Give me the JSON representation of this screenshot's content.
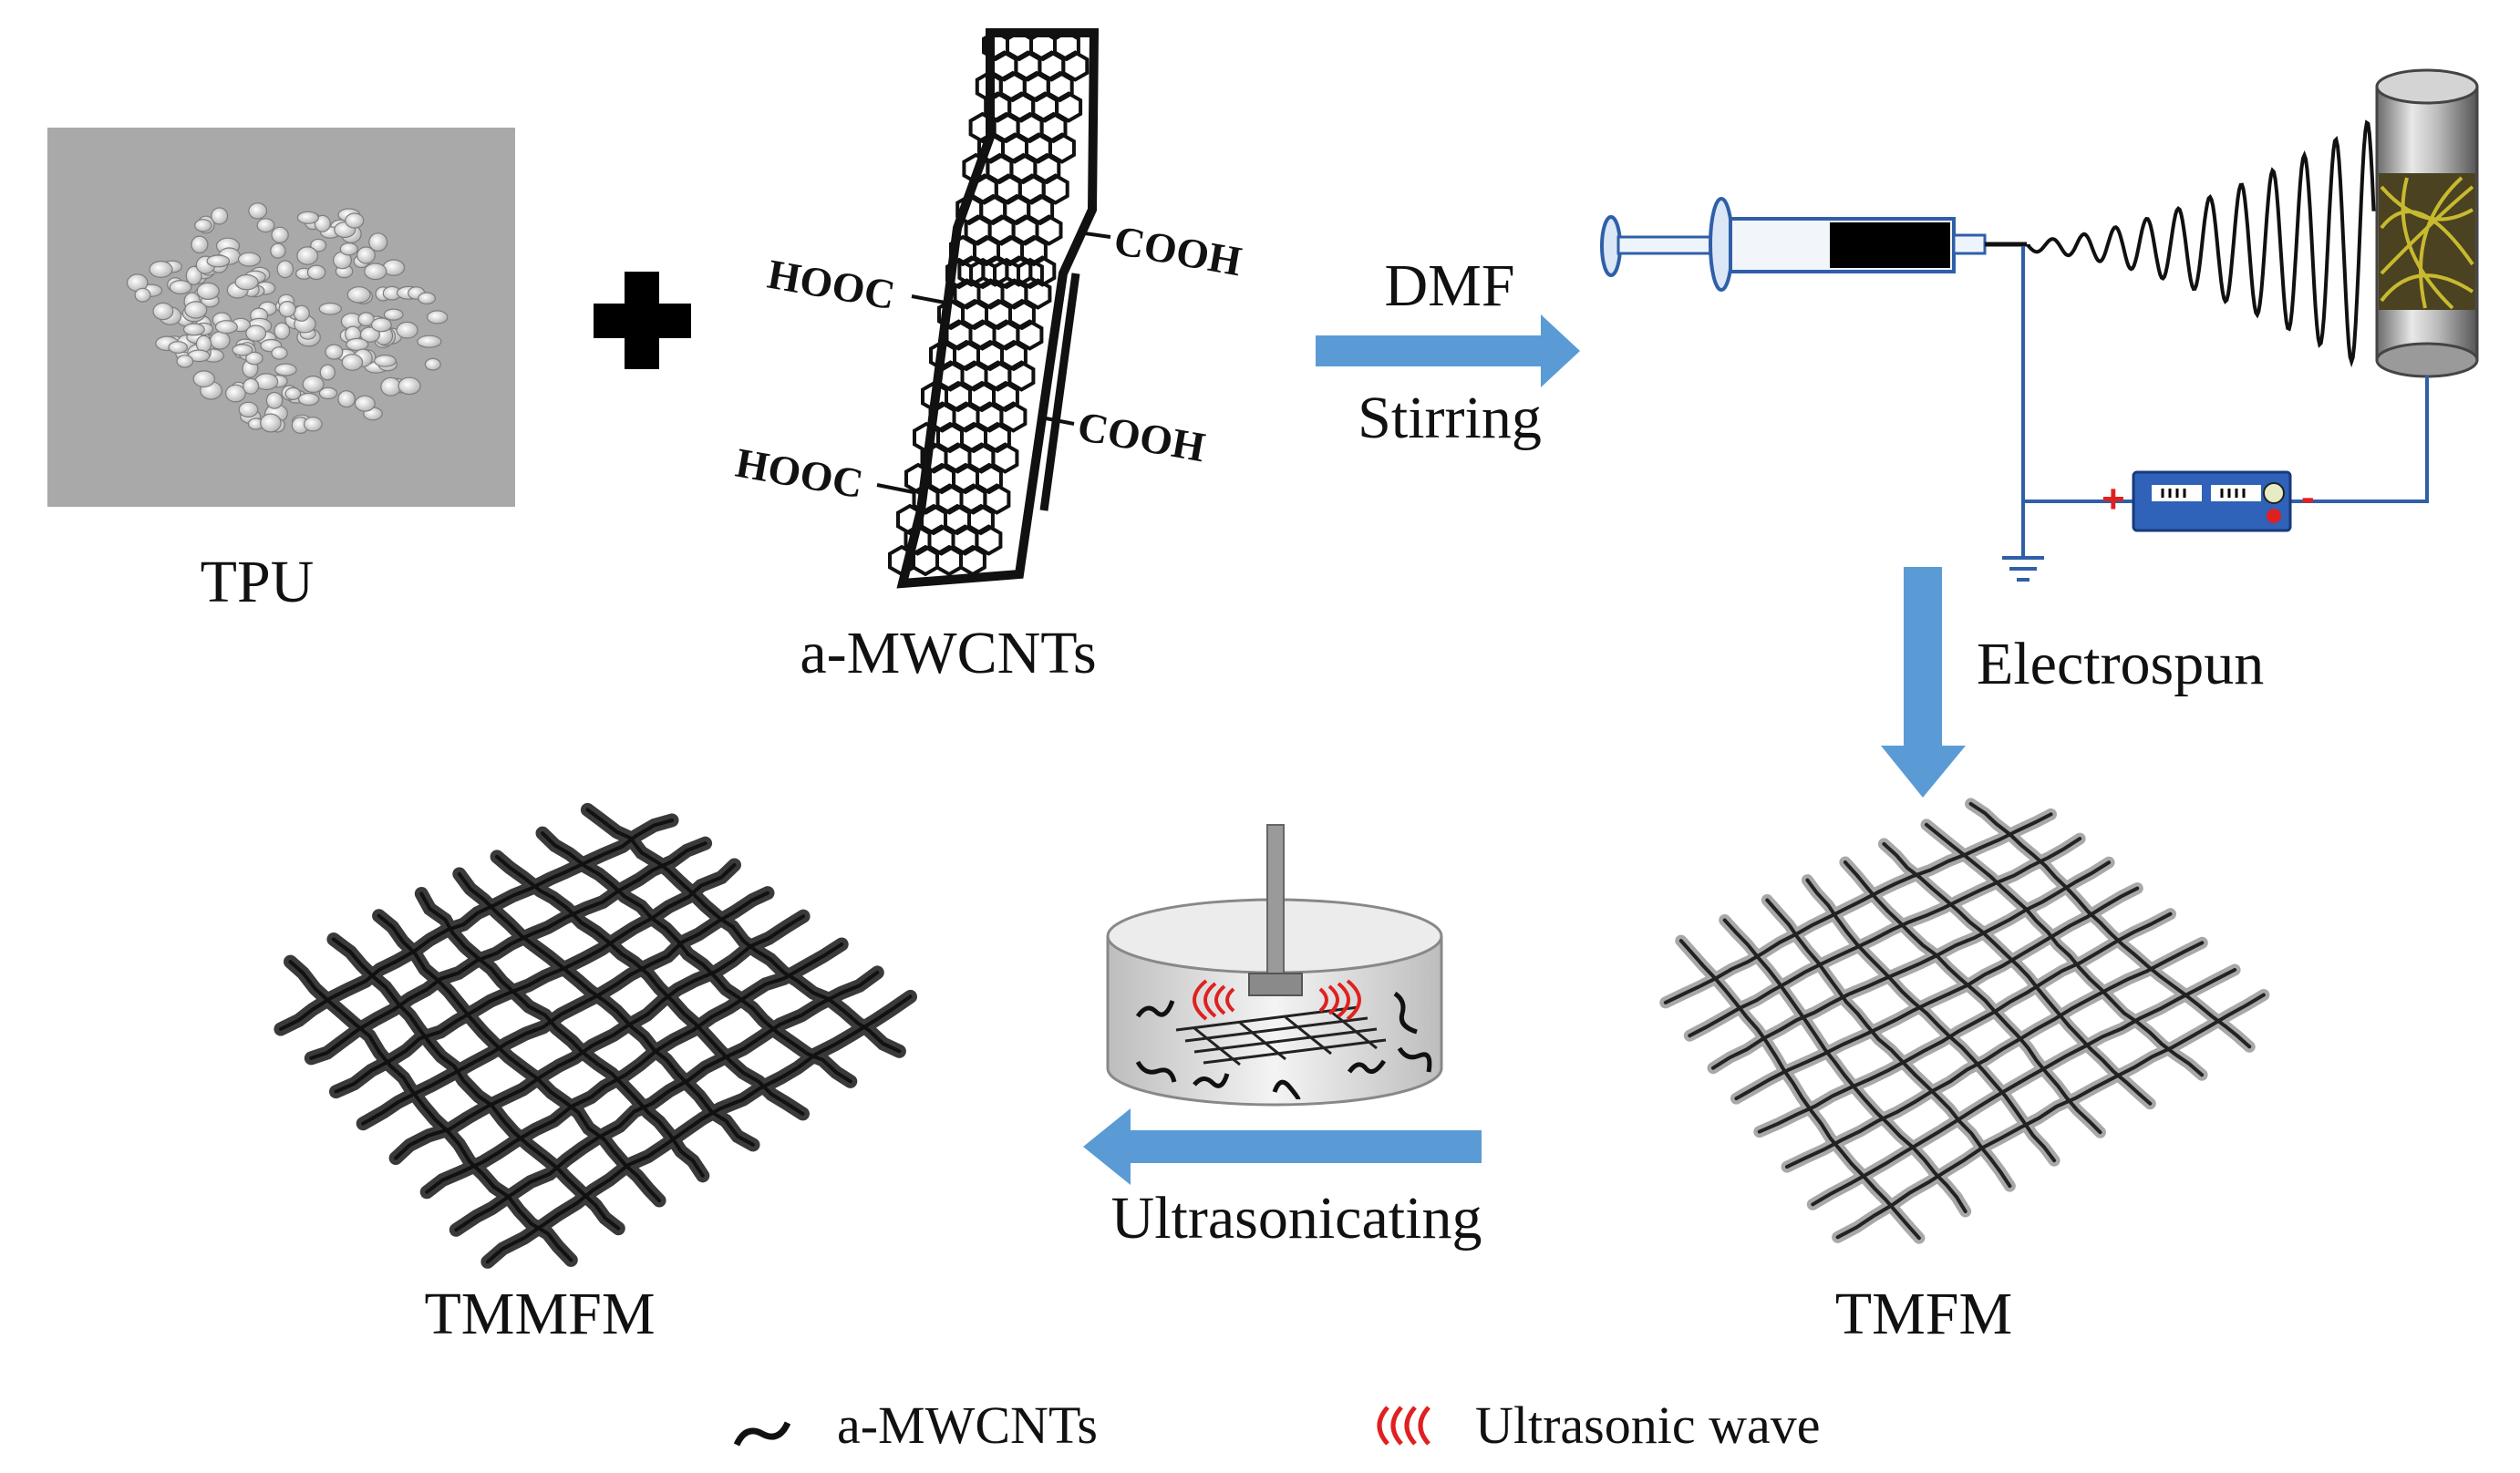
{
  "figure": {
    "materials": {
      "tpu_label": "TPU",
      "cnt_label": "a-MWCNTs",
      "plus_symbol": "plus-icon",
      "functional_groups": [
        "HOOC",
        "COOH",
        "COOH",
        "HOOC"
      ]
    },
    "steps": {
      "mixing_line1": "DMF",
      "mixing_line2": "Stirring",
      "electrospin_label": "Electrospun",
      "ultrasonic_label": "Ultrasonicating"
    },
    "products": {
      "tmfm_label": "TMFM",
      "tmmfm_label": "TMMFM"
    },
    "power_supply": {
      "positive": "+",
      "negative": "-"
    },
    "legend": {
      "cnt_label": "a-MWCNTs",
      "wave_label": "Ultrasonic wave"
    },
    "colors": {
      "arrow": "#5b9bd5",
      "wave": "#e02020",
      "wire": "#2f5fa8",
      "fiber_coating": "#c8ba30",
      "power_supply": "#2f62b8"
    }
  }
}
